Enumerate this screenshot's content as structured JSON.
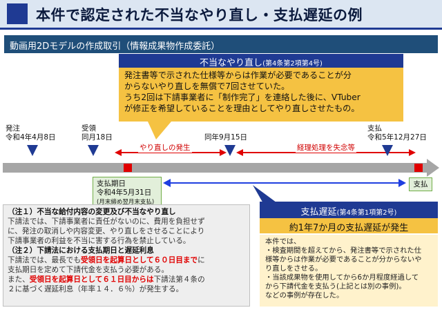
{
  "title": "本件で認定された不当なやり直し・支払遅延の例",
  "section": "動画用2Dモデルの作成取引（情報成果物作成委託）",
  "callout": {
    "heading": "不当なやり直し",
    "heading_ref": "(第4条第2項第4号)",
    "lines": [
      "発注書等で示された仕様等からは作業が必要であることが分",
      "からないやり直しを無償で7回させていた。",
      "うち2回は下請事業者に「制作完了」を連絡した後に、VTuber",
      "が修正を希望していることを理由としてやり直しさせたもの。"
    ]
  },
  "timeline": {
    "events": [
      {
        "label": "発注",
        "date": "令和4年4月8日"
      },
      {
        "label": "受領",
        "date": "同月18日"
      },
      {
        "label": "同年9月15日"
      },
      {
        "label": "支払",
        "date": "令和5年12月27日"
      }
    ],
    "redo_span": "やり直しの発生",
    "accounting_span": "経理処理を失念等",
    "due": {
      "label": "支払期日",
      "date": "令和4年5月31日",
      "note": "(月末締め翌月末支払)"
    },
    "payment_end": "支払"
  },
  "delay": {
    "heading": "支払遅延",
    "heading_ref": "(第4条第1項第2号)",
    "body": "約1年7か月の支払遅延が発生"
  },
  "notes": {
    "n1_title": "（注１）不当な給付内容の変更及び不当なやり直し",
    "n1_l1": "下請法では、下請事業者に責任がないのに、費用を負担せず",
    "n1_l2": "に、発注の取消しや内容変更、やり直しをさせることにより",
    "n1_l3": "下請事業者の利益を不当に害する行為を禁止している。",
    "n2_title": "（注２）下請法における支払期日と遅延利息",
    "n2_a1": "下請法では、最長でも",
    "n2_a_red": "受領日を起算日として６０日目まで",
    "n2_a2": "に",
    "n2_b": "支払期日を定めて下請代金を支払う必要がある。",
    "n2_c1": "また、",
    "n2_c_red": "受領日を起算日として６１日目からは",
    "n2_c2": "下請法第４条の",
    "n2_d": "２に基づく遅延利息（年率１４．６％）が発生する。"
  },
  "example": {
    "lines": [
      "本件では、",
      "・検査期間を超えてから、発注書等で示された仕",
      "様等からは作業が必要であることが分からないや",
      "り直しをさせる。",
      "・当該成果物を使用してから6か月程度経過して",
      "から下請代金を支払う(上記とは別の事例)。",
      "などの事例が存在した。"
    ]
  },
  "colors": {
    "navy": "#1f3a93",
    "gold": "#f5c242",
    "red": "#e00000",
    "green": "#70ad47",
    "blue_arrow": "#1f3fe0"
  }
}
